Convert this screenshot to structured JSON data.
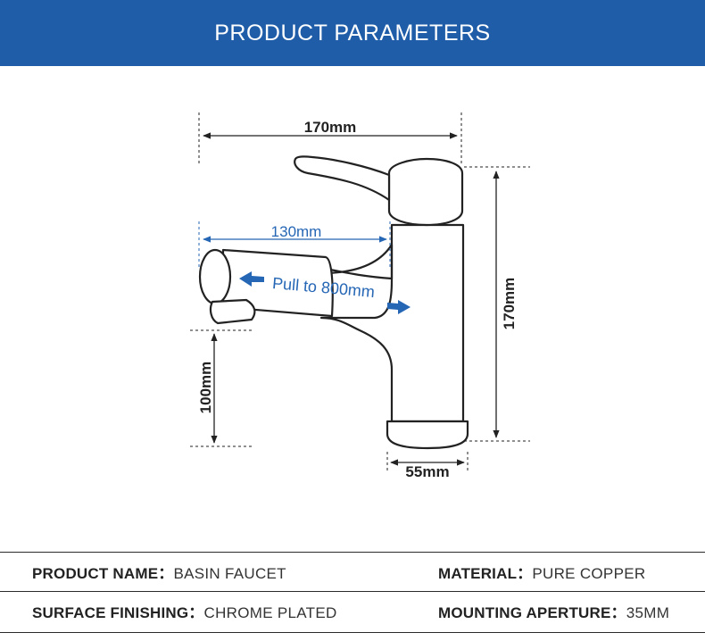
{
  "header": {
    "title": "PRODUCT PARAMETERS",
    "bg_color": "#1f5da8"
  },
  "diagram": {
    "dim_width_top": "170mm",
    "dim_spout_length": "130mm",
    "pull_out": "Pull to 800mm",
    "dim_height": "170mm",
    "dim_spout_height": "100mm",
    "dim_base": "55mm",
    "accent_color": "#2566b5"
  },
  "specs": [
    {
      "label": "PRODUCT NAME：",
      "value": "BASIN FAUCET"
    },
    {
      "label": "MATERIAL：",
      "value": "PURE COPPER"
    },
    {
      "label": "SURFACE FINISHING：",
      "value": "CHROME PLATED"
    },
    {
      "label": "MOUNTING APERTURE：",
      "value": "35MM"
    }
  ]
}
